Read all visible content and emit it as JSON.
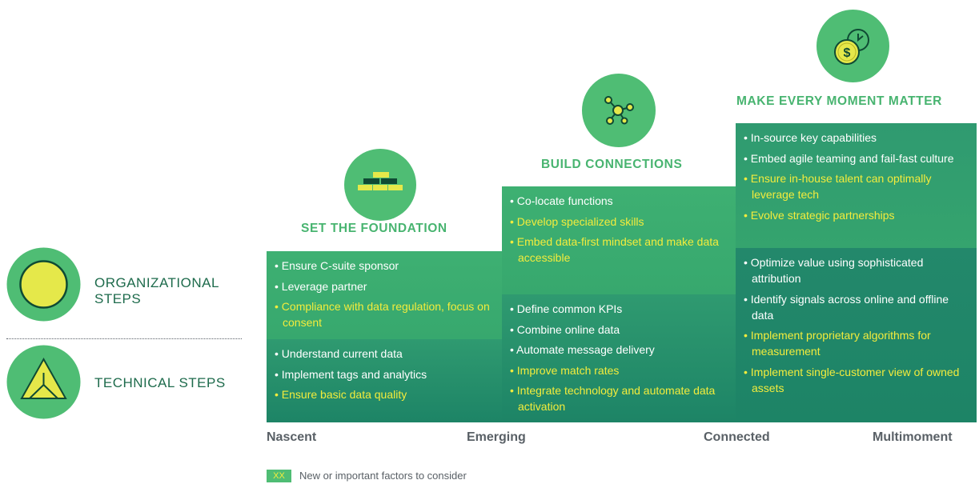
{
  "stages": [
    {
      "title": "SET THE FOUNDATION",
      "icon": "bricks-icon"
    },
    {
      "title": "BUILD CONNECTIONS",
      "icon": "network-icon"
    },
    {
      "title": "MAKE EVERY MOMENT MATTER",
      "icon": "dollar-clock-icon"
    }
  ],
  "organizational": {
    "foundation": [
      {
        "text": "Ensure C-suite sponsor",
        "highlight": false
      },
      {
        "text": "Leverage partner",
        "highlight": false
      },
      {
        "text": "Compliance with data regulation, focus on consent",
        "highlight": true
      }
    ],
    "connections": [
      {
        "text": "Co-locate functions",
        "highlight": false
      },
      {
        "text": "Develop specialized skills",
        "highlight": true
      },
      {
        "text": "Embed data-first mindset and make data accessible",
        "highlight": true
      }
    ],
    "moment": [
      {
        "text": "In-source key capabilities",
        "highlight": false
      },
      {
        "text": "Embed agile teaming and fail-fast culture",
        "highlight": false
      },
      {
        "text": "Ensure in-house talent can optimally leverage tech",
        "highlight": true
      },
      {
        "text": "Evolve strategic partnerships",
        "highlight": true
      }
    ]
  },
  "technical": {
    "foundation": [
      {
        "text": "Understand current data",
        "highlight": false
      },
      {
        "text": "Implement tags and analytics",
        "highlight": false
      },
      {
        "text": "Ensure basic data quality",
        "highlight": true
      }
    ],
    "connections": [
      {
        "text": "Define common KPIs",
        "highlight": false
      },
      {
        "text": "Combine online data",
        "highlight": false
      },
      {
        "text": "Automate message delivery",
        "highlight": false
      },
      {
        "text": "Improve match rates",
        "highlight": true
      },
      {
        "text": "Integrate technology and automate data activation",
        "highlight": true
      }
    ],
    "moment": [
      {
        "text": "Optimize value using sophisticated attribution",
        "highlight": false
      },
      {
        "text": "Identify signals across online and offline data",
        "highlight": false
      },
      {
        "text": "Implement proprietary algorithms for measurement",
        "highlight": true
      },
      {
        "text": "Implement single-customer view of owned assets",
        "highlight": true
      }
    ]
  },
  "legend": {
    "organizational_label": "ORGANIZATIONAL STEPS",
    "organizational_icon": "circle-icon",
    "technical_label": "TECHNICAL STEPS",
    "technical_icon": "triangle-icon"
  },
  "axis": [
    "Nascent",
    "Emerging",
    "Connected",
    "Multimoment"
  ],
  "footnote": {
    "swatch_text": "XX",
    "text": "New or important factors to consider"
  },
  "colors": {
    "green": "#4fbd74",
    "highlight": "#f3ec3c",
    "org_block": "#3eb072",
    "tech_block": "#1d8466",
    "title": "#48b470"
  }
}
